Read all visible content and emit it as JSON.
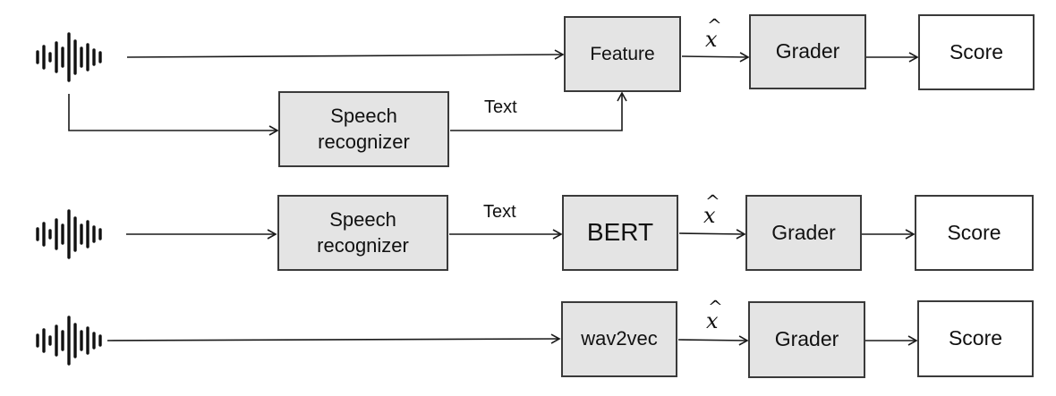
{
  "pipelines": [
    {
      "id": "feature-pipeline",
      "boxes": {
        "feature": "Feature",
        "asr_line1": "Speech",
        "asr_line2": "recognizer",
        "grader": "Grader",
        "score": "Score"
      },
      "text_label": "Text",
      "xhat": "x"
    },
    {
      "id": "bert-pipeline",
      "boxes": {
        "asr_line1": "Speech",
        "asr_line2": "recognizer",
        "bert": "BERT",
        "grader": "Grader",
        "score": "Score"
      },
      "text_label": "Text",
      "xhat": "x"
    },
    {
      "id": "wav2vec-pipeline",
      "boxes": {
        "wav2vec": "wav2vec",
        "grader": "Grader",
        "score": "Score"
      },
      "xhat": "x"
    }
  ],
  "hat_glyph": "^",
  "icons": {
    "audio": "audio-waveform-icon"
  },
  "colors": {
    "box_fill": "#e4e4e4",
    "score_fill": "#ffffff",
    "stroke": "#3a3a3a",
    "arrow": "#1a1a1a"
  }
}
